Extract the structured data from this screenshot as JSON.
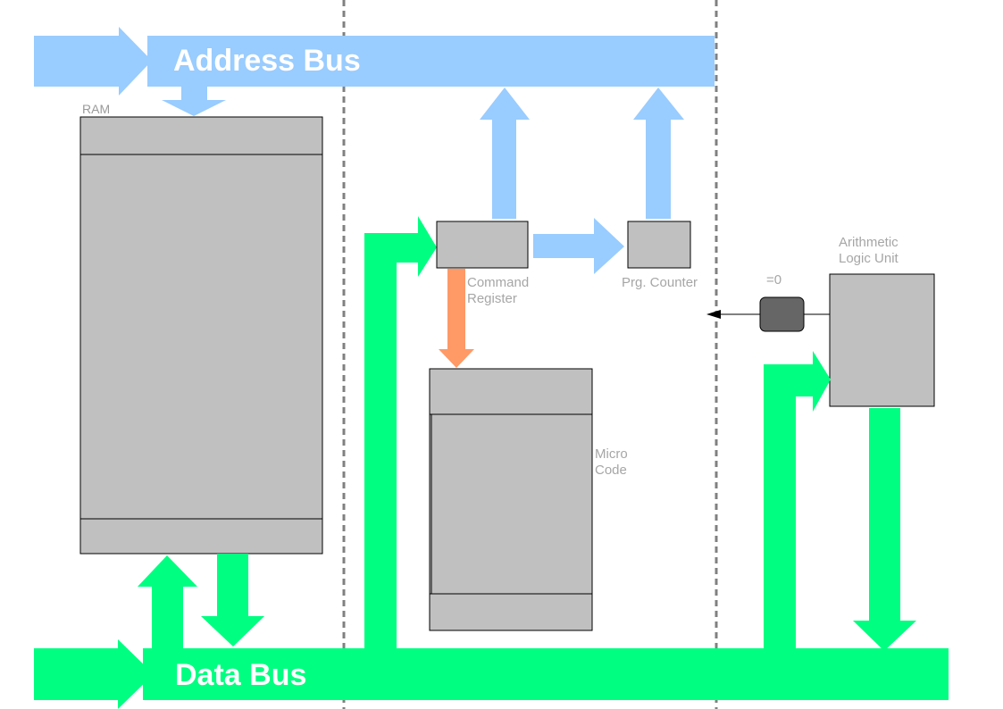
{
  "address_bus": {
    "label": "Address Bus"
  },
  "data_bus": {
    "label": "Data Bus"
  },
  "ram": {
    "label": "RAM"
  },
  "command_register": {
    "label_line1": "Command",
    "label_line2": "Register"
  },
  "program_counter": {
    "label": "Prg. Counter"
  },
  "micro_code": {
    "label_line1": "Micro",
    "label_line2": "Code"
  },
  "alu": {
    "label_line1": "Arithmetic",
    "label_line2": "Logic Unit"
  },
  "zero_flag": {
    "label": "=0"
  },
  "colors": {
    "address_bus": "#99ccff",
    "data_bus": "#00ff80",
    "micro_code_arrow": "#ff9966",
    "component_fill": "#c0c0c0",
    "zero_flag_fill": "#666666",
    "label_gray": "#a6a6a6"
  }
}
